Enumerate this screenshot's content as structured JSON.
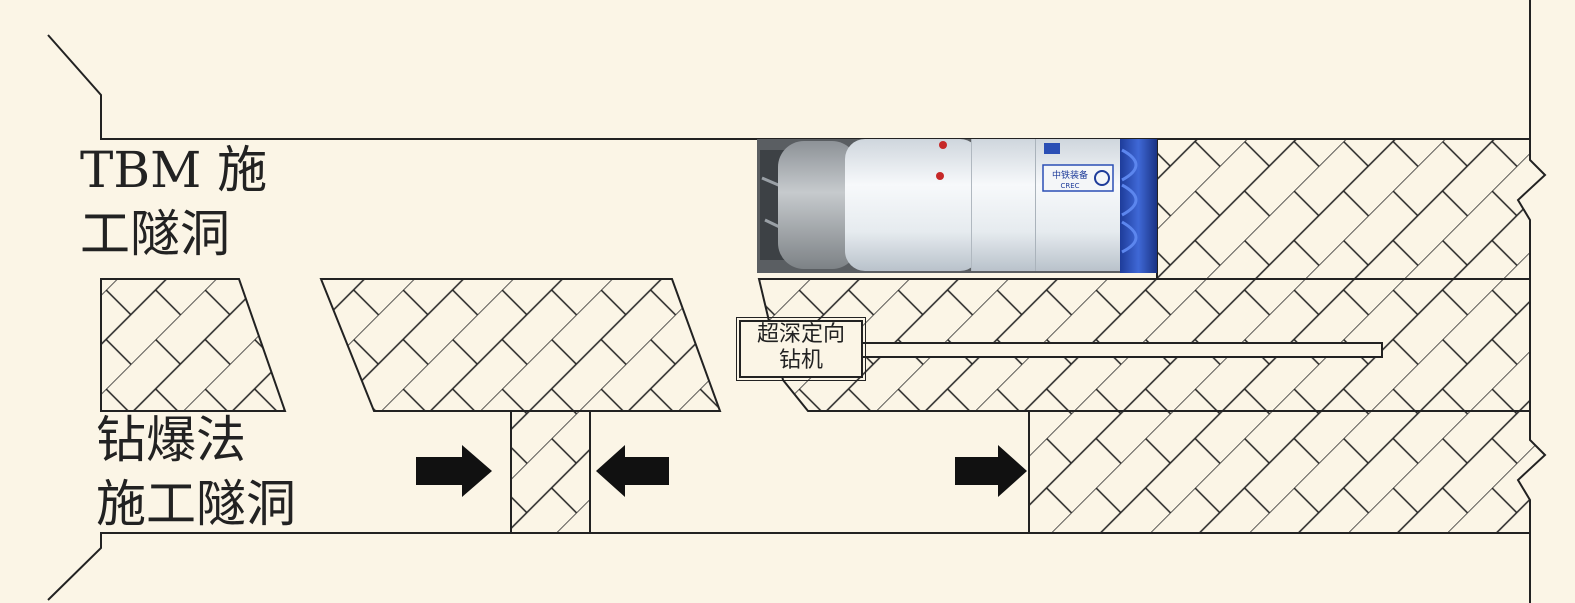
{
  "labels": {
    "tbm_tunnel": [
      "TBM 施",
      "工隧洞"
    ],
    "drill_blast_tunnel": [
      "钻爆法",
      "施工隧洞"
    ],
    "directional_drill": [
      "超深定向",
      "钻机"
    ]
  },
  "machine": {
    "logo_text": "中铁装备",
    "logo_subtext": "CREC"
  },
  "colors": {
    "background": "#fbf5e6",
    "line": "#222222",
    "machine_body": "#eef1f4",
    "machine_blue": "#2b4fb5"
  },
  "icons": [
    "arrow-right-icon",
    "arrow-left-icon",
    "arrow-right-icon"
  ]
}
